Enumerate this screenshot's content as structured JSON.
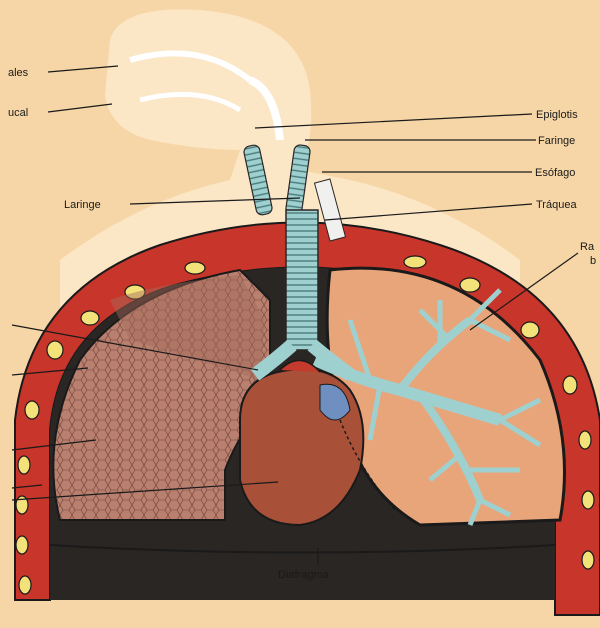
{
  "labels": {
    "nasales": "ales",
    "bucal": "ucal",
    "epiglotis": "Epiglotis",
    "faringe": "Faringe",
    "esofago": "Esófago",
    "laringe": "Laringe",
    "traquea": "Tráquea",
    "ramificacion_1": "Ra",
    "ramificacion_2": "b",
    "diafragma": "Diafragma"
  },
  "colors": {
    "background": "#f6d6a6",
    "silhouette": "#fbe6c6",
    "rib_band": "#c8352a",
    "rib_outline": "#1a1a1a",
    "rib_dots": "#f3e27a",
    "cavity": "#2a2624",
    "lung": "#b98070",
    "lung_right": "#e8a57a",
    "heart": "#a85038",
    "airway": "#9fd0d0"
  }
}
